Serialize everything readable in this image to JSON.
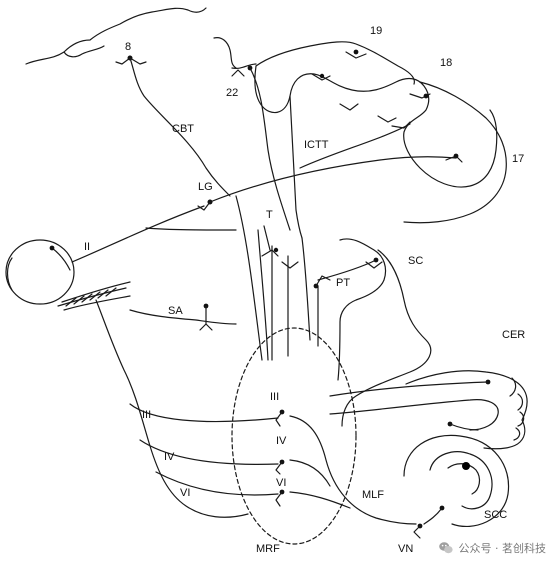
{
  "labels": {
    "8": "8",
    "22": "22",
    "19": "19",
    "18": "18",
    "17": "17",
    "CBT": "CBT",
    "ICTT": "ICTT",
    "LG": "LG",
    "II": "II",
    "T": "T",
    "SC": "SC",
    "PT": "PT",
    "SA": "SA",
    "CER": "CER",
    "III_nerve": "III",
    "III_nucleus": "III",
    "IV_nerve": "IV",
    "IV_nucleus": "IV",
    "VI_nerve": "VI",
    "VI_nucleus": "VI",
    "MLF": "MLF",
    "SCC": "SCC",
    "MRF": "MRF",
    "VN": "VN"
  },
  "watermark": {
    "text": "公众号 · 茗创科技",
    "icon": "wechat-icon"
  }
}
